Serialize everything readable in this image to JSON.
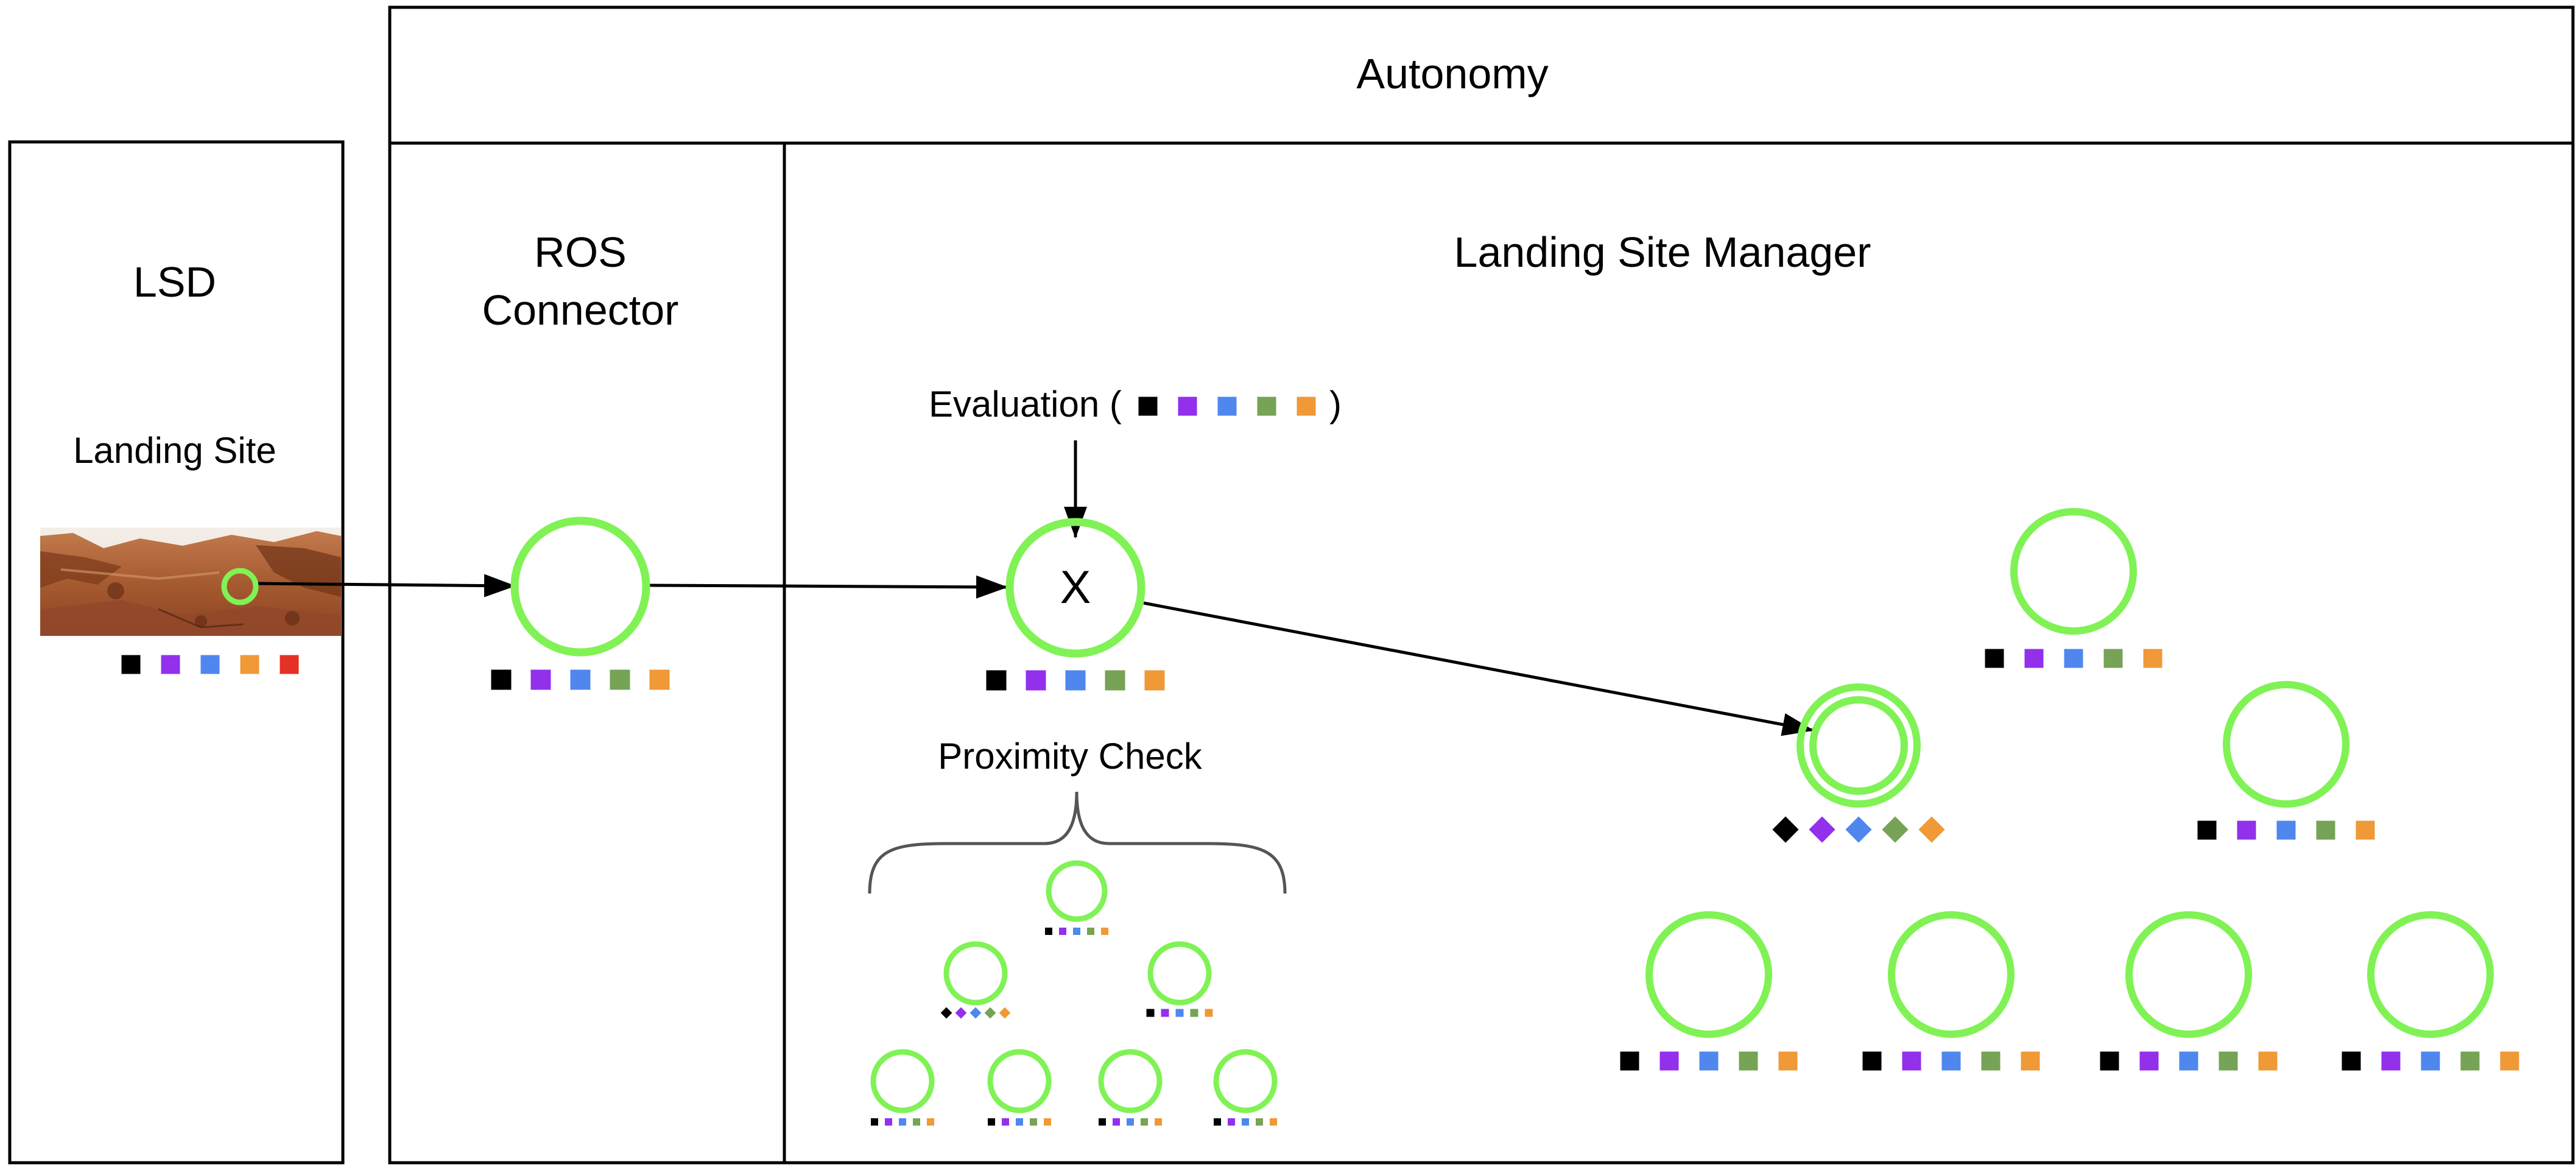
{
  "labels": {
    "autonomy": "Autonomy",
    "lsd": "LSD",
    "landing_site": "Landing Site",
    "ros_line1": "ROS",
    "ros_line2": "Connector",
    "manager": "Landing Site Manager",
    "evaluation": "Evaluation (",
    "evaluation_close": ")",
    "x_mark": "X",
    "proximity": "Proximity Check"
  },
  "colors": {
    "circle": "#80f255",
    "black": "#000000",
    "purple": "#9230ec",
    "blue": "#4f87ee",
    "green": "#76a355",
    "orange": "#ef9937",
    "red": "#e53125",
    "brace": "#555555"
  },
  "legend_colors_standard": [
    "black",
    "purple",
    "blue",
    "green",
    "orange"
  ],
  "legend_colors_lsd": [
    "black",
    "purple",
    "blue",
    "orange",
    "red"
  ],
  "icons": {
    "landing_site_photo": "martian-terrain-photo",
    "square_marker": "square-marker",
    "diamond_marker": "diamond-marker",
    "arrow": "arrow-right"
  }
}
